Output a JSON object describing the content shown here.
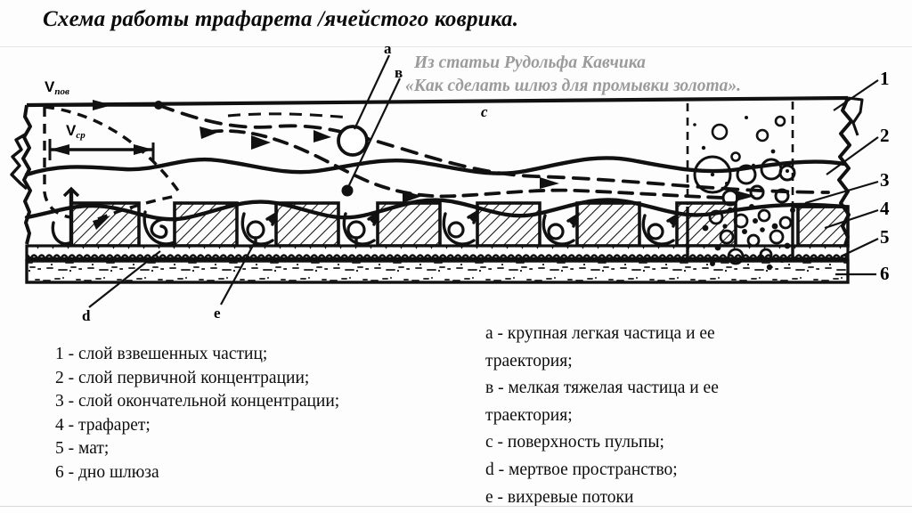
{
  "title": "Схема работы трафарета /ячейстого коврика.",
  "attribution": {
    "line1": "Из статьи Рудольфа Кавчика",
    "line2": "«Как сделать шлюз для промывки золота».",
    "color": "#9b9b9b"
  },
  "velocity_labels": {
    "surface": {
      "symbol": "V",
      "subscript": "пов"
    },
    "average": {
      "symbol": "V",
      "subscript": "ср"
    }
  },
  "diagram_callouts": {
    "numbers": [
      {
        "id": "1",
        "label": "1"
      },
      {
        "id": "2",
        "label": "2"
      },
      {
        "id": "3",
        "label": "3"
      },
      {
        "id": "4",
        "label": "4"
      },
      {
        "id": "5",
        "label": "5"
      },
      {
        "id": "6",
        "label": "6"
      }
    ],
    "letters": [
      {
        "id": "a",
        "label": "a"
      },
      {
        "id": "v",
        "label": "в"
      },
      {
        "id": "c",
        "label": "c"
      },
      {
        "id": "d",
        "label": "d"
      },
      {
        "id": "e",
        "label": "e"
      }
    ]
  },
  "legend_left": [
    "1 - слой взвешенных частиц;",
    "2 - слой первичной концентрации;",
    "3 - слой окончательной концентрации;",
    "4 - трафарет;",
    "5 - мат;",
    "6 - дно шлюза"
  ],
  "legend_right": [
    "a - крупная легкая частица и ее",
    "траектория;",
    "в - мелкая тяжелая частица и ее",
    "траектория;",
    "c - поверхность пульпы;",
    "d - мертвое пространство;",
    "e - вихревые потоки"
  ],
  "colors": {
    "ink": "#111111",
    "attribution_gray": "#9b9b9b",
    "paper": "#fdfdfd"
  },
  "chart_data": {
    "type": "diagram",
    "title": "Схема работы трафарета /ячейстого коврика.",
    "description": "Продольный разрез шлюза: слои взвешенных частиц, первичной и окончательной концентрации над трафаретом, матом и дном шлюза.",
    "riffle_count": 9,
    "layers": [
      {
        "n": "1",
        "name": "слой взвешенных частиц"
      },
      {
        "n": "2",
        "name": "слой первичной концентрации"
      },
      {
        "n": "3",
        "name": "слой окончательной концентрации"
      },
      {
        "n": "4",
        "name": "трафарет"
      },
      {
        "n": "5",
        "name": "мат"
      },
      {
        "n": "6",
        "name": "дно шлюза"
      }
    ]
  }
}
